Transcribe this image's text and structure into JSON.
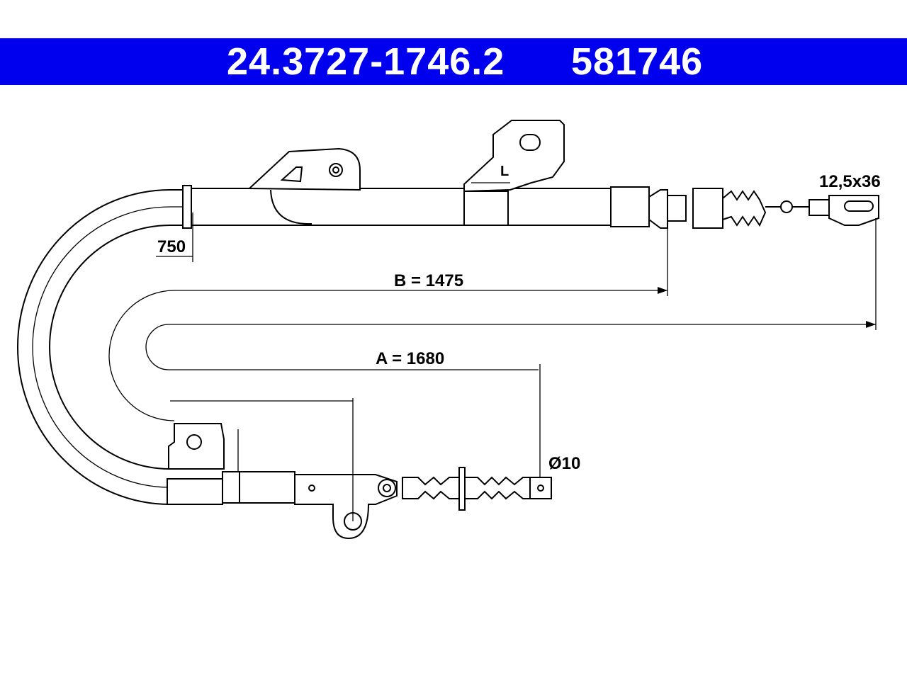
{
  "header": {
    "part_number": "24.3727-1746.2",
    "reference_number": "581746"
  },
  "bracket_mark": "L",
  "dimensions": {
    "top_stub": "750",
    "b_length": "B = 1475",
    "a_length": "A = 1680",
    "eye_fitting": "12,5x36",
    "pin_diameter": "Ø10"
  },
  "colors": {
    "header_background": "#0000ee",
    "header_text": "#ffffff",
    "line": "#000000"
  }
}
